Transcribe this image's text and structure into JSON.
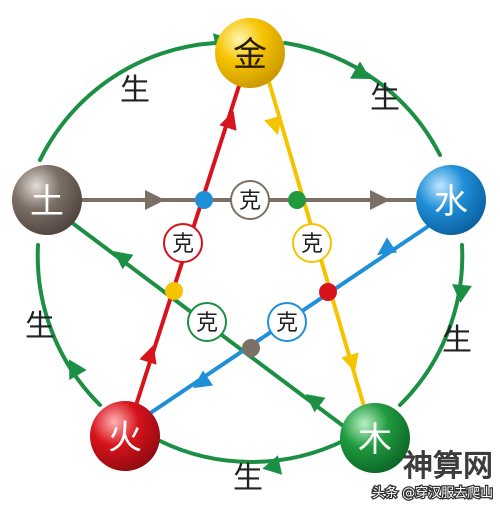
{
  "elements": {
    "metal": {
      "label": "金",
      "color": "#f6c300"
    },
    "water": {
      "label": "水",
      "color": "#1e8fd8"
    },
    "wood": {
      "label": "木",
      "color": "#1f9a3e"
    },
    "fire": {
      "label": "火",
      "color": "#d7131c"
    },
    "earth": {
      "label": "土",
      "color": "#7c6f66"
    }
  },
  "generate_label": "生",
  "overcome_label": "克",
  "colors": {
    "generate_cycle": "#1b8f43",
    "fire_metal": "#d7131c",
    "metal_wood": "#f6c300",
    "wood_earth": "#1b8f43",
    "earth_water": "#7c6f66",
    "water_fire": "#1e8fd8"
  },
  "watermark": {
    "prefix": "头条",
    "handle": "@穿汉服去爬山",
    "brush_logo": "神算网"
  }
}
